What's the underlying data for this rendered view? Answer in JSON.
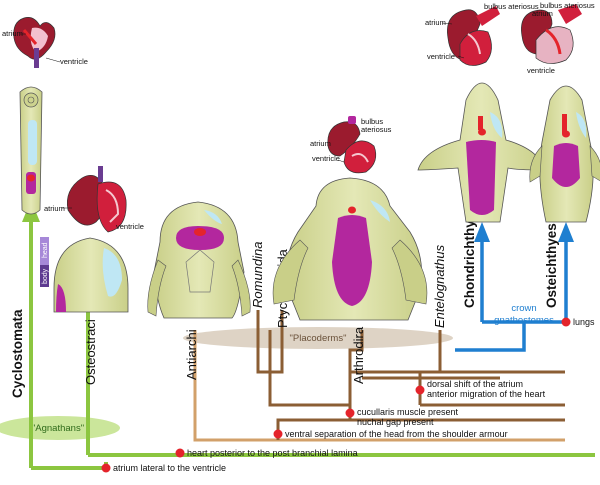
{
  "taxa": {
    "cyclostomata": "Cyclostomata",
    "osteostraci": "Osteostraci",
    "antiarchi": "Antiarchi",
    "romundina": "Romundina",
    "ptyctodontida": "Ptyctodontida",
    "arthrodira": "Arthrodira",
    "entelognathus": "Entelognathus",
    "chondrichthyes": "Chondrichthyes",
    "osteichthyes": "Osteichthyes"
  },
  "groups": {
    "agnathans": "\"Agnathans\"",
    "placoderms": "\"Placoderms\"",
    "crown_gnathostomes_1": "crown",
    "crown_gnathostomes_2": "gnathostomes"
  },
  "characters": {
    "atrium_lateral": "atrium lateral to the ventricle",
    "heart_posterior": "heart posterior to the post branchial lamina",
    "ventral_separation": "ventral separation of the head from the shoulder armour",
    "cucullaris": "cucullaris muscle present",
    "nuchal_gap": "nuchal gap present",
    "dorsal_shift": "dorsal shift of the atrium",
    "anterior_migration": "anterior migration of the heart",
    "lungs": "lungs"
  },
  "anatomy": {
    "atrium": "atrium",
    "ventricle": "ventricle",
    "bulbus": "bulbus",
    "ateriosus": "ateriosus",
    "bulbus_ateriosus": "bulbus ateriosus"
  },
  "scale_bar": {
    "head": "head",
    "body": "body"
  },
  "colors": {
    "agnathan_branch": "#8cc640",
    "placoderm_branch": "#8b5e34",
    "antiarch_branch": "#d2a06a",
    "crown_branch": "#1f7fd0",
    "node": "#e4242b",
    "fish_body": "#d6dc9a",
    "heart_magenta": "#b3279e",
    "gill_blue": "#bfe7f4"
  }
}
